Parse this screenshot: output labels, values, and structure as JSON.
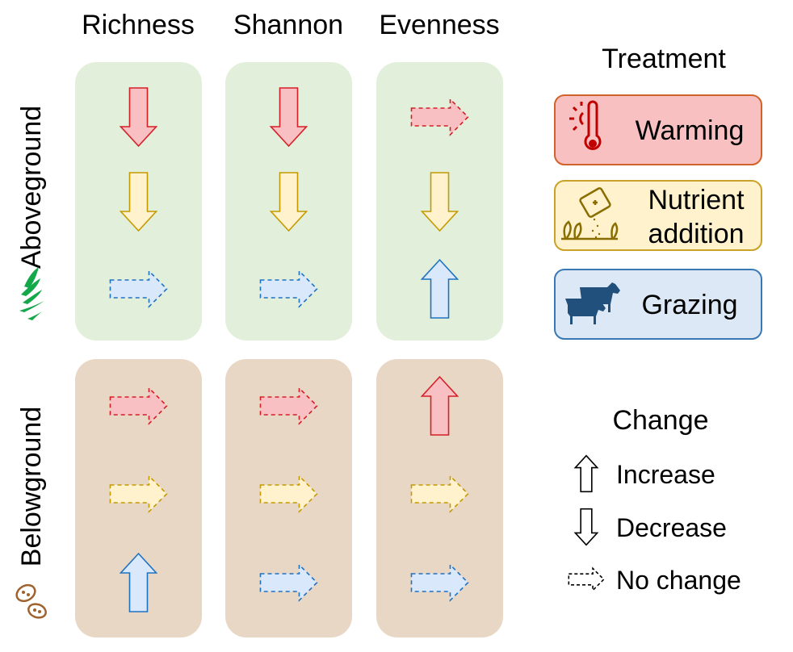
{
  "columns": [
    "Richness",
    "Shannon",
    "Evenness"
  ],
  "rows": [
    {
      "label": "Aboveground",
      "icon": "grass-icon",
      "bg": "#e2efda",
      "cells": [
        {
          "Warming": "decrease",
          "Nutrient addition": "decrease",
          "Grazing": "no_change"
        },
        {
          "Warming": "decrease",
          "Nutrient addition": "decrease",
          "Grazing": "no_change"
        },
        {
          "Warming": "no_change",
          "Nutrient addition": "decrease",
          "Grazing": "increase"
        }
      ]
    },
    {
      "label": "Belowground",
      "icon": "microbe-icon",
      "bg": "#e8d7c5",
      "cells": [
        {
          "Warming": "no_change",
          "Nutrient addition": "no_change",
          "Grazing": "increase"
        },
        {
          "Warming": "no_change",
          "Nutrient addition": "no_change",
          "Grazing": "no_change"
        },
        {
          "Warming": "increase",
          "Nutrient addition": "no_change",
          "Grazing": "no_change"
        }
      ]
    }
  ],
  "treatment_legend": {
    "title": "Treatment",
    "items": [
      {
        "label": "Warming",
        "label_lines": [
          "Warming"
        ],
        "icon": "thermometer-icon",
        "fill": "#f8c0c3",
        "stroke": "#d41f26",
        "box_fill": "#f8c0c0",
        "box_stroke": "#d0632a"
      },
      {
        "label": "Nutrient addition",
        "label_lines": [
          "Nutrient",
          "addition"
        ],
        "icon": "fertilizer-icon",
        "fill": "#fff2cc",
        "stroke": "#c49a00",
        "box_fill": "#fff2cc",
        "box_stroke": "#c9a227"
      },
      {
        "label": "Grazing",
        "label_lines": [
          "Grazing"
        ],
        "icon": "cattle-icon",
        "fill": "#dae8fc",
        "stroke": "#1f72c0",
        "box_fill": "#dce8f5",
        "box_stroke": "#3a78b5"
      }
    ]
  },
  "change_legend": {
    "title": "Change",
    "items": [
      {
        "label": "Increase",
        "type": "increase"
      },
      {
        "label": "Decrease",
        "type": "decrease"
      },
      {
        "label": "No change",
        "type": "no_change"
      }
    ]
  }
}
